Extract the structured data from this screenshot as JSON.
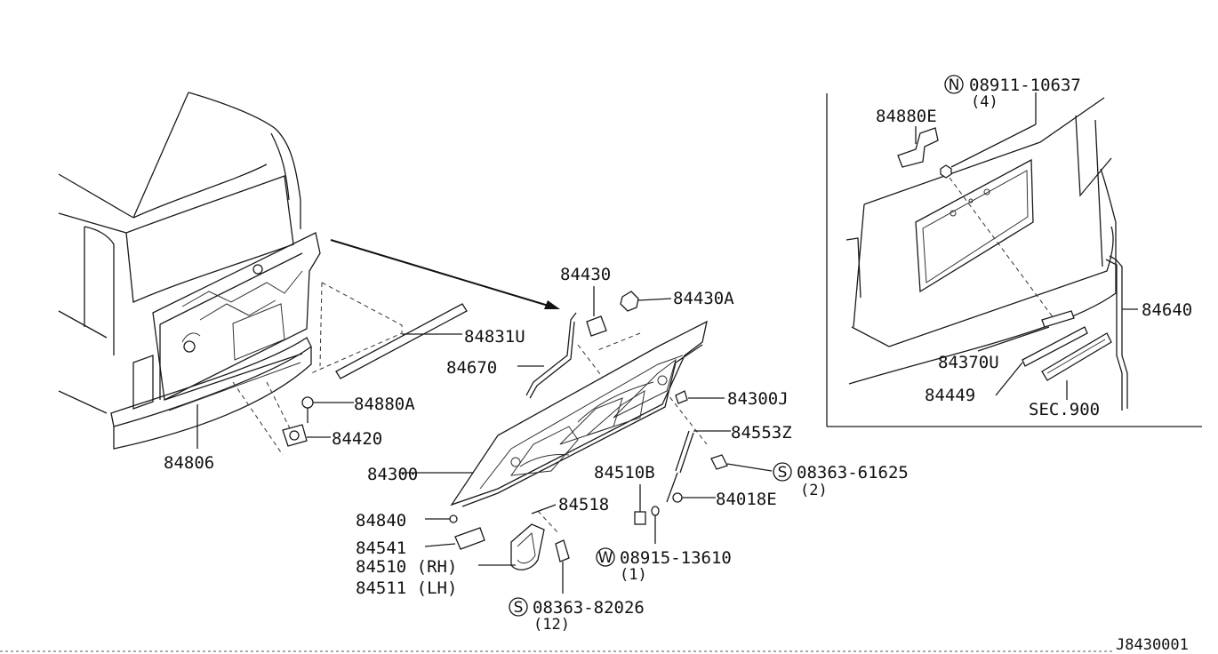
{
  "figure_id": "J8430001",
  "labels": {
    "p84430": "84430",
    "p84430A": "84430A",
    "p84831U": "84831U",
    "p84670": "84670",
    "p84300J": "84300J",
    "p84880A": "84880A",
    "p84420": "84420",
    "p84553Z": "84553Z",
    "p84806": "84806",
    "p84300": "84300",
    "p84510B": "84510B",
    "p08363_61625": "08363-61625",
    "q08363_61625": "(2)",
    "p84018E": "84018E",
    "p84840": "84840",
    "p84518": "84518",
    "p84541": "84541",
    "p84510": "84510 (RH)",
    "p84511": "84511 (LH)",
    "p08915_13610": "08915-13610",
    "q08915_13610": "(1)",
    "p08363_82026": "08363-82026",
    "q08363_82026": "(12)",
    "p08911_10637": "08911-10637",
    "q08911_10637": "(4)",
    "p84880E": "84880E",
    "p84640": "84640",
    "p84370U": "84370U",
    "p84449": "84449",
    "sec900": "SEC.900"
  },
  "symbols": {
    "screw_s": "S",
    "washer_w": "W",
    "nut_n": "N"
  }
}
